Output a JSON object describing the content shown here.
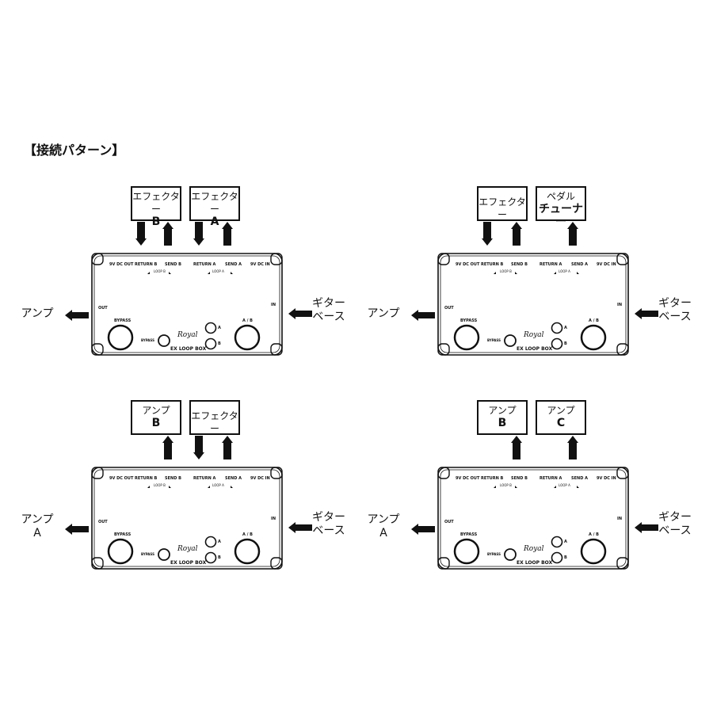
{
  "heading": "【接続パターン】",
  "common": {
    "out_label": "OUT",
    "in_label": "IN",
    "bypass_label": "BYPASS",
    "bypass_small": "BYPASS",
    "ab_label": "A / B",
    "led_a": "A",
    "led_b": "B",
    "brand": "Royal",
    "model": "EX LOOP BOX",
    "jacks": {
      "dc_out": "9V DC OUT",
      "return_b": "RETURN B",
      "send_b": "SEND B",
      "return_a": "RETURN A",
      "send_a": "SEND A",
      "dc_in": "9V DC IN"
    },
    "loop_b": "LOOP B",
    "loop_a": "LOOP A",
    "guitar_l1": "ギター",
    "guitar_l2": "ベース"
  },
  "patterns": [
    {
      "amp_l1": "アンプ",
      "amp_l2": "",
      "box1": {
        "l1": "エフェクター",
        "l2": "B"
      },
      "box2": {
        "l1": "エフェクター",
        "l2": "A"
      }
    },
    {
      "amp_l1": "アンプ",
      "amp_l2": "",
      "box1": {
        "l1": "エフェクター",
        "l2": ""
      },
      "box2": {
        "l1": "ペダル",
        "l2": "チューナー"
      }
    },
    {
      "amp_l1": "アンプ",
      "amp_l2": "A",
      "box1": {
        "l1": "アンプ",
        "l2": "B"
      },
      "box2": {
        "l1": "エフェクター",
        "l2": ""
      }
    },
    {
      "amp_l1": "アンプ",
      "amp_l2": "A",
      "box1": {
        "l1": "アンプ",
        "l2": "B"
      },
      "box2": {
        "l1": "アンプ",
        "l2": "C"
      }
    }
  ]
}
